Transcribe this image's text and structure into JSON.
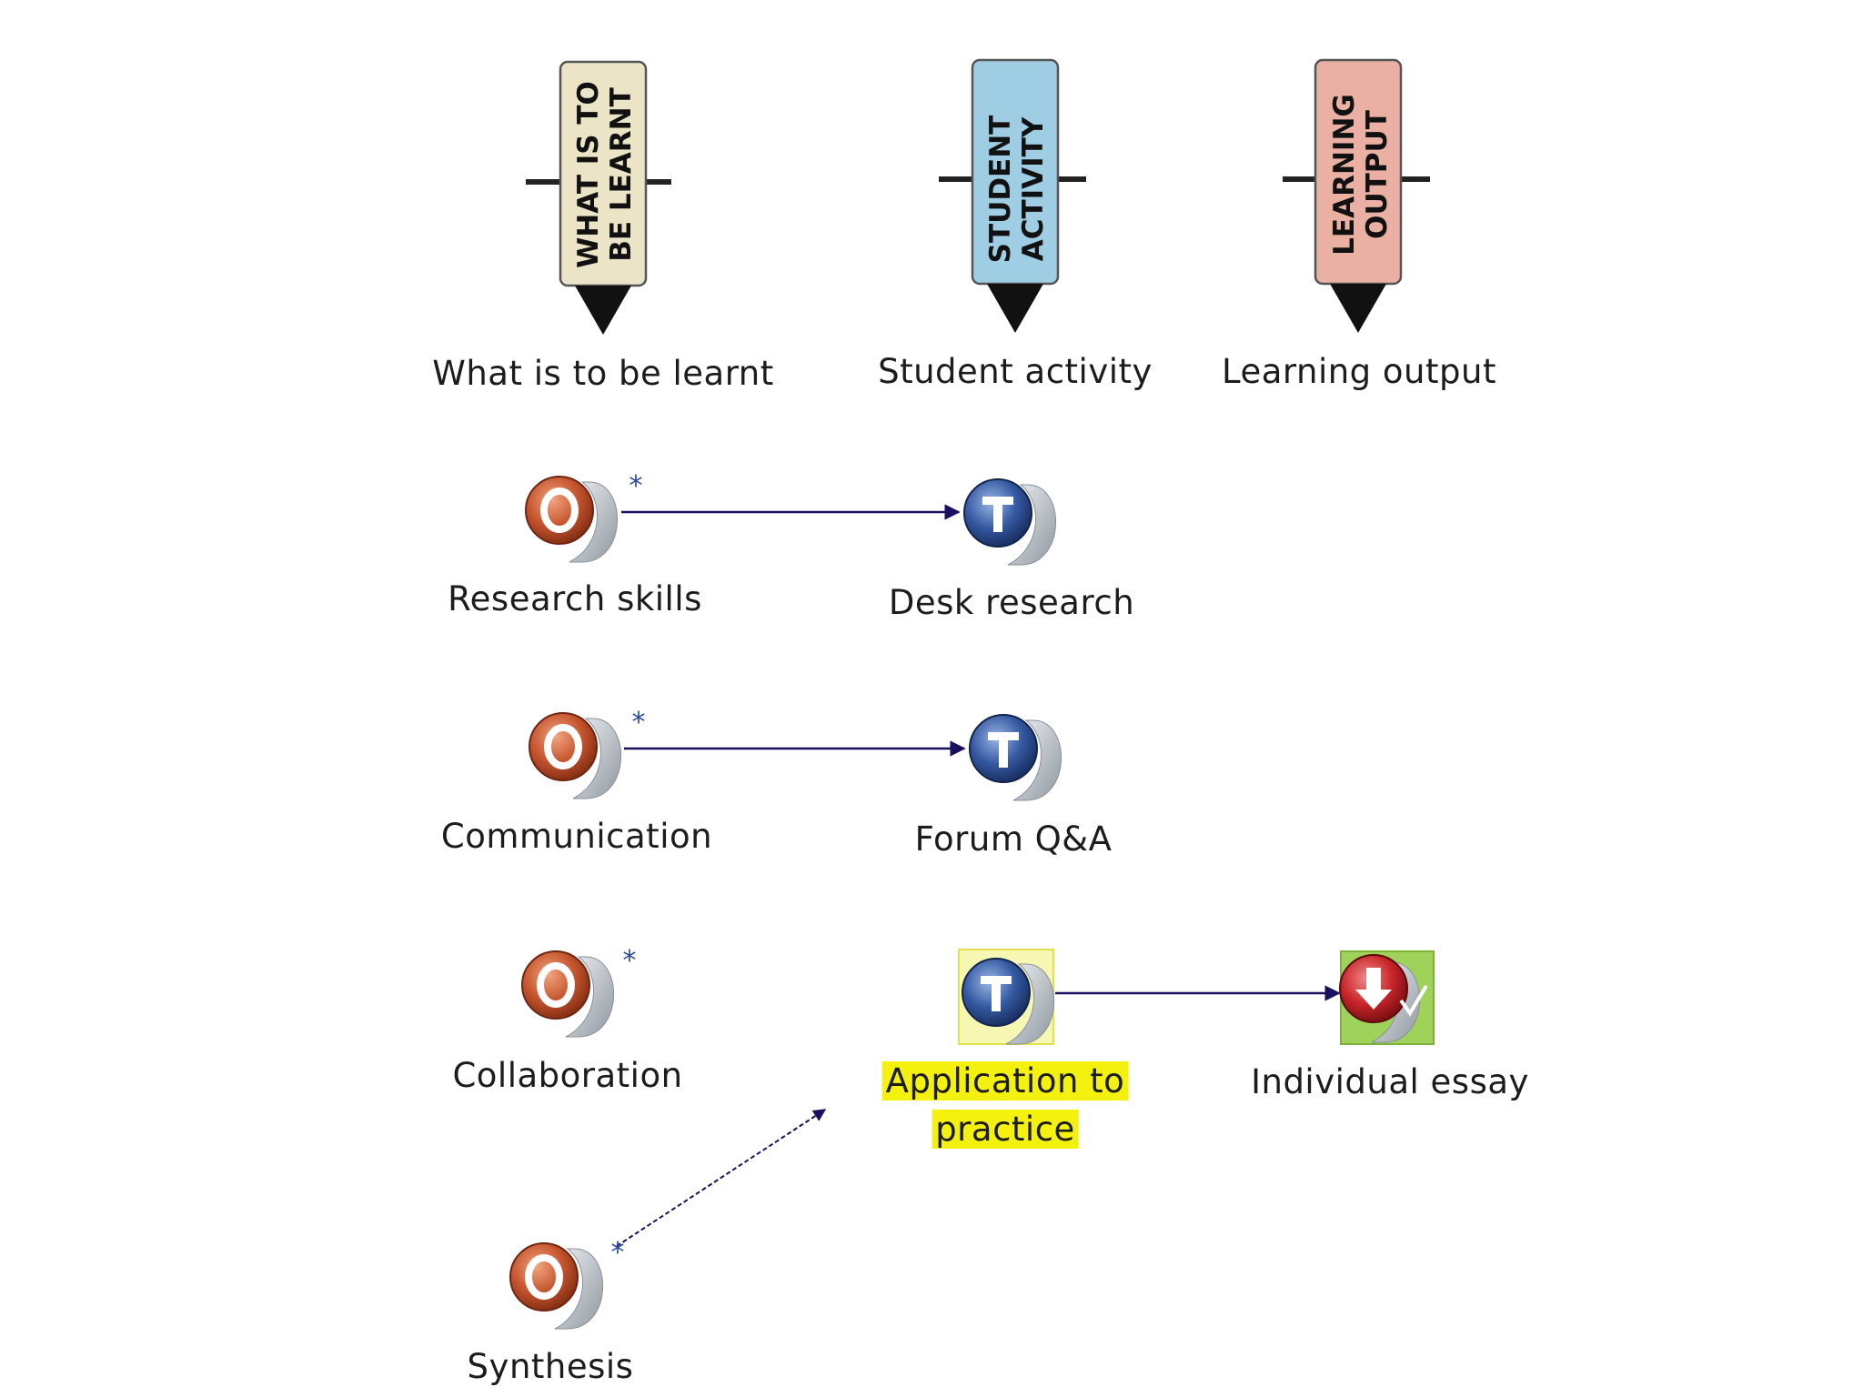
{
  "columns": [
    {
      "id": "learnt",
      "tag_line1": "WHAT IS TO",
      "tag_line2": "BE LEARNT",
      "label": "What is to be learnt",
      "color": "#ece4c6"
    },
    {
      "id": "activity",
      "tag_line1": "STUDENT",
      "tag_line2": "ACTIVITY",
      "label": "Student activity",
      "color": "#9fcde3"
    },
    {
      "id": "output",
      "tag_line1": "LEARNING",
      "tag_line2": "OUTPUT",
      "label": "Learning output",
      "color": "#eab0a3"
    }
  ],
  "nodes": {
    "research_skills": {
      "label": "Research skills",
      "letter": "O",
      "asterisk": "*"
    },
    "communication": {
      "label": "Communication",
      "letter": "O",
      "asterisk": "*"
    },
    "collaboration": {
      "label": "Collaboration",
      "letter": "O",
      "asterisk": "*"
    },
    "synthesis": {
      "label": "Synthesis",
      "letter": "O",
      "asterisk": "*"
    },
    "desk_research": {
      "label": "Desk research",
      "letter": "T"
    },
    "forum_qa": {
      "label": "Forum Q&A",
      "letter": "T"
    },
    "application": {
      "label_line1": "Application to",
      "label_line2": "practice",
      "letter": "T"
    },
    "individual_essay": {
      "label": "Individual essay"
    }
  },
  "colors": {
    "outcome_icon": "#c4542d",
    "task_icon": "#2d4b86",
    "output_icon": "#c8252a",
    "arrow": "#1a1060",
    "highlight": "#f5f10e"
  }
}
